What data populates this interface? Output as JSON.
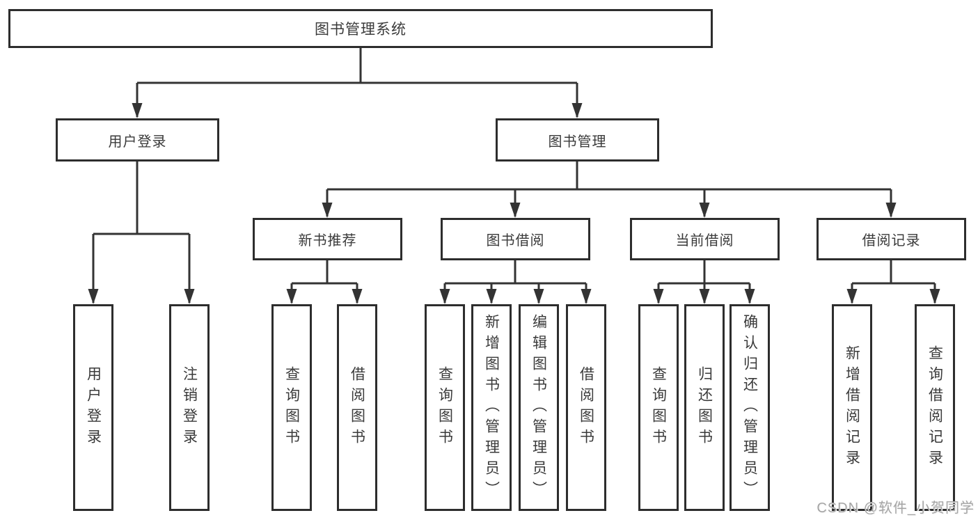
{
  "title": "图书管理系统",
  "colors": {
    "line": "#333333",
    "box_border": "#2d2d2d",
    "text": "#3a3a3a",
    "background": "#ffffff",
    "watermark": "#a5a5a5"
  },
  "nodes": {
    "root": {
      "label": "图书管理系统"
    },
    "user_login": {
      "label": "用户登录"
    },
    "book_mgmt": {
      "label": "图书管理"
    },
    "new_rec": {
      "label": "新书推荐"
    },
    "book_borrow": {
      "label": "图书借阅"
    },
    "current_borrow": {
      "label": "当前借阅"
    },
    "borrow_records": {
      "label": "借阅记录"
    },
    "leaf_user_login": {
      "label": "用户登录"
    },
    "leaf_logout": {
      "label": "注销登录"
    },
    "leaf_query_book_a": {
      "label": "查询图书"
    },
    "leaf_borrow_book_a": {
      "label": "借阅图书"
    },
    "leaf_query_book_b": {
      "label": "查询图书"
    },
    "leaf_add_book": {
      "label": "新增图书（管理员）"
    },
    "leaf_edit_book": {
      "label": "编辑图书（管理员）"
    },
    "leaf_borrow_book_b": {
      "label": "借阅图书"
    },
    "leaf_query_book_c": {
      "label": "查询图书"
    },
    "leaf_return_book": {
      "label": "归还图书"
    },
    "leaf_confirm_return": {
      "label": "确认归还（管理员）"
    },
    "leaf_add_record": {
      "label": "新增借阅记录"
    },
    "leaf_query_record": {
      "label": "查询借阅记录"
    }
  },
  "hierarchy": {
    "图书管理系统": {
      "用户登录": [
        "用户登录",
        "注销登录"
      ],
      "图书管理": {
        "新书推荐": [
          "查询图书",
          "借阅图书"
        ],
        "图书借阅": [
          "查询图书",
          "新增图书（管理员）",
          "编辑图书（管理员）",
          "借阅图书"
        ],
        "当前借阅": [
          "查询图书",
          "归还图书",
          "确认归还（管理员）"
        ],
        "借阅记录": [
          "新增借阅记录",
          "查询借阅记录"
        ]
      }
    }
  },
  "watermark": "CSDN @软件_小贺同学"
}
